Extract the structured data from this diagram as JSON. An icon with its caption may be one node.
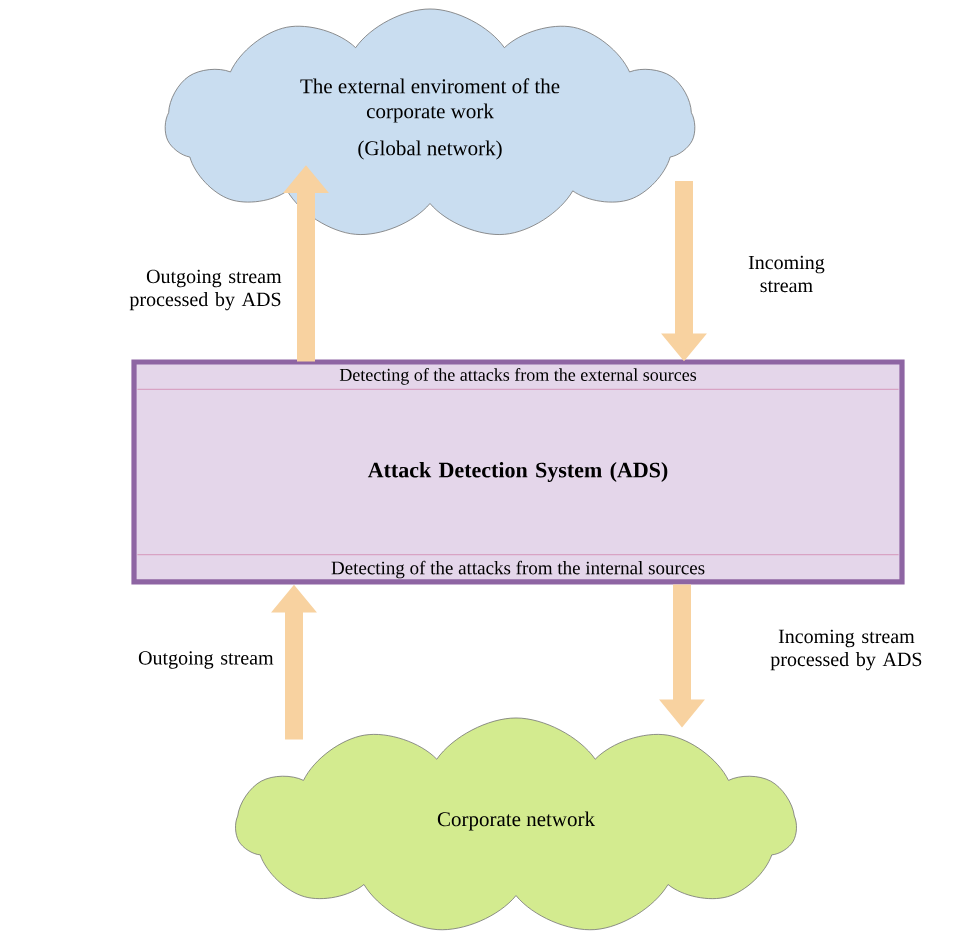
{
  "diagram": {
    "nodes": [
      {
        "text": [
          "The external enviroment of the corporate work",
          "(Global network)"
        ]
      },
      {
        "text": [
          "Detecting of the attacks from the external sources",
          "Attack Detection System (ADS)",
          "Detecting of the attacks from the internal sources"
        ]
      },
      {
        "text": [
          "Corporate network"
        ]
      }
    ],
    "edges": [
      {
        "from": 1,
        "to": 0,
        "arrow": "to",
        "label": "Outgoing stream processed by ADS"
      },
      {
        "from": 0,
        "to": 1,
        "arrow": "to",
        "label": "Incoming stream"
      },
      {
        "from": 2,
        "to": 1,
        "arrow": "to",
        "label": "Outgoing stream"
      },
      {
        "from": 1,
        "to": 2,
        "arrow": "to",
        "label": "Incoming stream processed by ADS"
      }
    ]
  }
}
